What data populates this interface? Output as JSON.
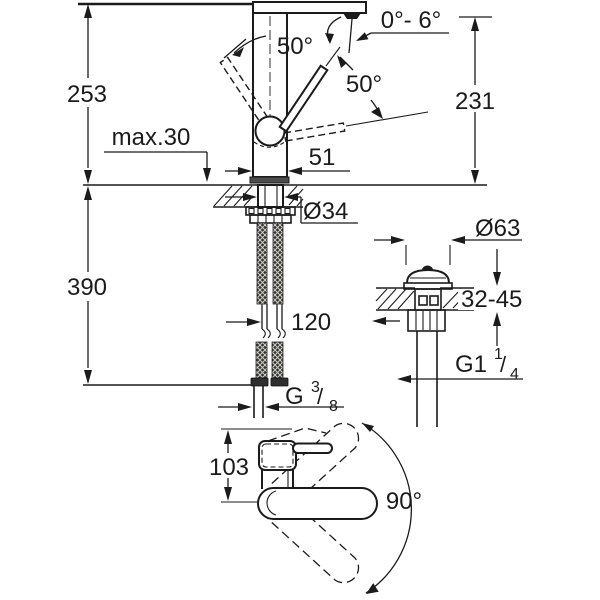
{
  "front_view": {
    "height_above_deck": "253",
    "max_counter_thickness": "max.30",
    "handle_angle_left": "50°",
    "handle_angle_right": "50°",
    "aerator_tilt_range": "0°- 6°",
    "spout_outlet_height": "231",
    "spout_reach": "51",
    "shank_diameter": "Ø34",
    "height_below_deck": "390",
    "hose_length": "120",
    "supply_thread": {
      "prefix": "G",
      "numerator": "3",
      "separator": "/",
      "denominator": "8"
    }
  },
  "drain_view": {
    "flange_diameter": "Ø63",
    "counter_thickness_range": "32-45",
    "waste_thread": {
      "prefix": "G1",
      "numerator": "1",
      "separator": "/",
      "denominator": "4"
    }
  },
  "top_view": {
    "body_depth": "103",
    "swivel_angle": "90°"
  }
}
